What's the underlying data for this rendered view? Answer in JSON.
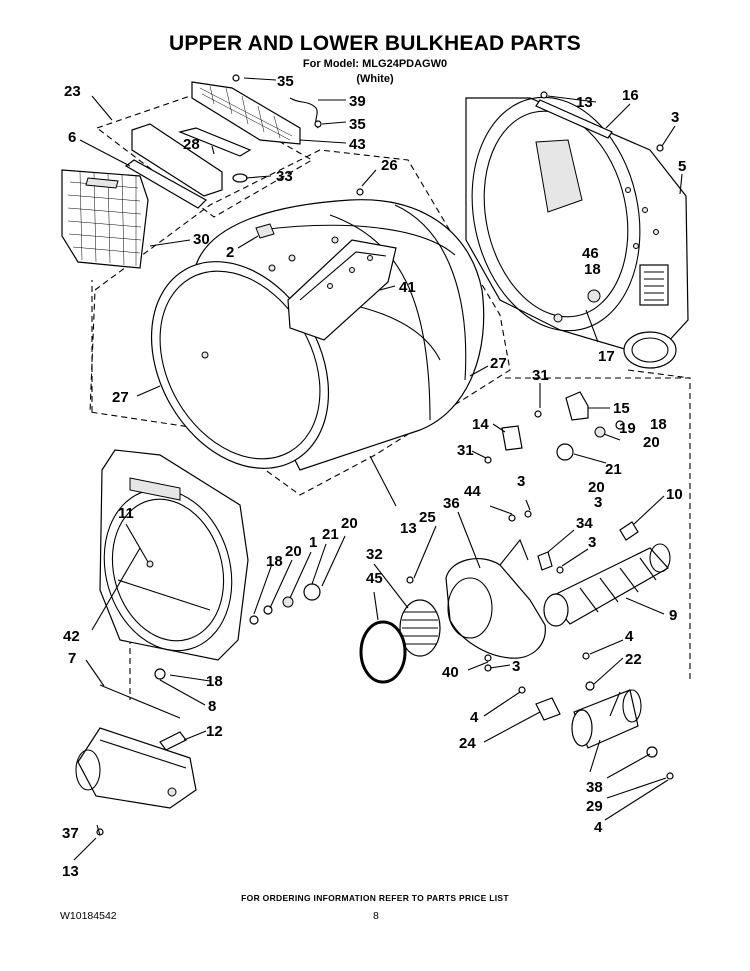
{
  "title": "UPPER AND LOWER BULKHEAD PARTS",
  "model_line": "For Model: MLG24PDAGW0",
  "color_line": "(White)",
  "footer_note": "FOR ORDERING INFORMATION REFER TO PARTS PRICE LIST",
  "doc_number": "W10184542",
  "page_number": "8",
  "callouts": {
    "c1": "1",
    "c2": "2",
    "c3a": "3",
    "c3b": "3",
    "c3c": "3",
    "c3d": "3",
    "c3e": "3",
    "c4a": "4",
    "c4b": "4",
    "c4c": "4",
    "c5": "5",
    "c6": "6",
    "c7": "7",
    "c8": "8",
    "c9": "9",
    "c10": "10",
    "c11": "11",
    "c12": "12",
    "c13a": "13",
    "c13b": "13",
    "c13c": "13",
    "c14": "14",
    "c15": "15",
    "c16": "16",
    "c17": "17",
    "c18a": "18",
    "c18b": "18",
    "c18c": "18",
    "c18d": "18",
    "c19": "19",
    "c20a": "20",
    "c20b": "20",
    "c20c": "20",
    "c20d": "20",
    "c21a": "21",
    "c21b": "21",
    "c21c": "21",
    "c22": "22",
    "c23": "23",
    "c24": "24",
    "c25": "25",
    "c26": "26",
    "c27a": "27",
    "c27b": "27",
    "c28": "28",
    "c29": "29",
    "c30": "30",
    "c31a": "31",
    "c31b": "31",
    "c32": "32",
    "c33": "33",
    "c34": "34",
    "c35a": "35",
    "c35b": "35",
    "c36": "36",
    "c37": "37",
    "c38": "38",
    "c39": "39",
    "c40": "40",
    "c41": "41",
    "c42": "42",
    "c43": "43",
    "c44": "44",
    "c45": "45",
    "c46": "46"
  }
}
